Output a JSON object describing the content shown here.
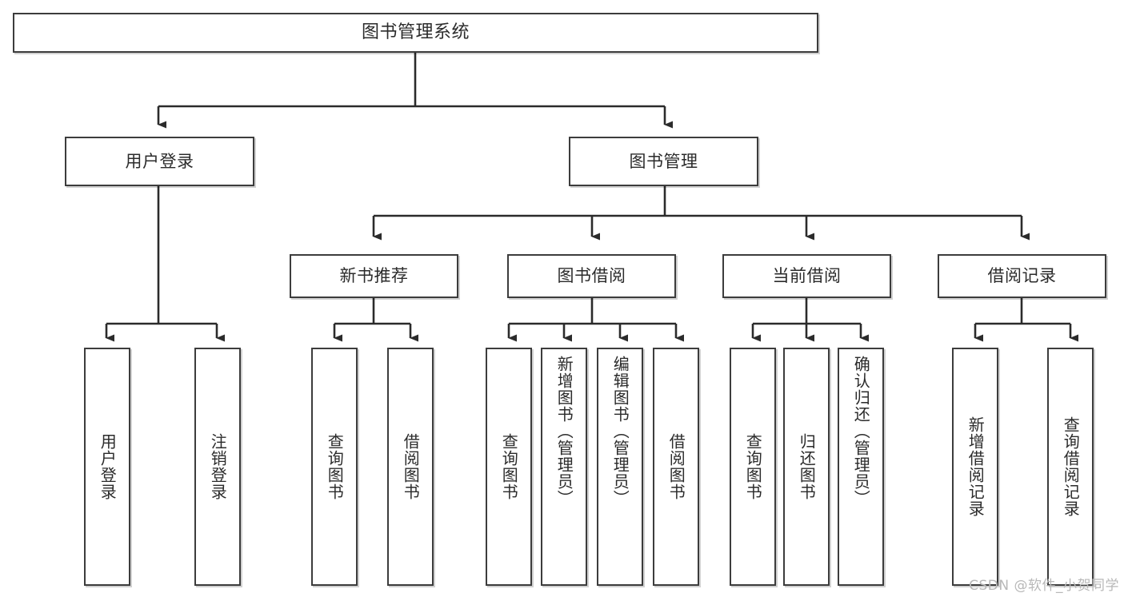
{
  "diagram": {
    "title": "图书管理系统",
    "type": "hierarchy-tree",
    "colors": {
      "border": "#3c3c3c",
      "background": "#ffffff",
      "text": "#2b2b2b",
      "connector": "#2b2b2b",
      "watermark": "#b8b8b8"
    },
    "root": {
      "label": "图书管理系统"
    },
    "level2": [
      {
        "label": "用户登录"
      },
      {
        "label": "图书管理"
      }
    ],
    "level3": [
      {
        "label": "新书推荐"
      },
      {
        "label": "图书借阅"
      },
      {
        "label": "当前借阅"
      },
      {
        "label": "借阅记录"
      }
    ],
    "leaves": {
      "user_login": [
        {
          "label": "用户登录"
        },
        {
          "label": "注销登录"
        }
      ],
      "new_book_recommend": [
        {
          "label": "查询图书"
        },
        {
          "label": "借阅图书"
        }
      ],
      "book_borrow": [
        {
          "label": "查询图书"
        },
        {
          "label": "新增图书（管理员）"
        },
        {
          "label": "编辑图书（管理员）"
        },
        {
          "label": "借阅图书"
        }
      ],
      "current_borrow": [
        {
          "label": "查询图书"
        },
        {
          "label": "归还图书"
        },
        {
          "label": "确认归还（管理员）"
        }
      ],
      "borrow_record": [
        {
          "label": "新增借阅记录"
        },
        {
          "label": "查询借阅记录"
        }
      ]
    }
  },
  "watermark": {
    "text": "CSDN @软件_小贺同学"
  }
}
